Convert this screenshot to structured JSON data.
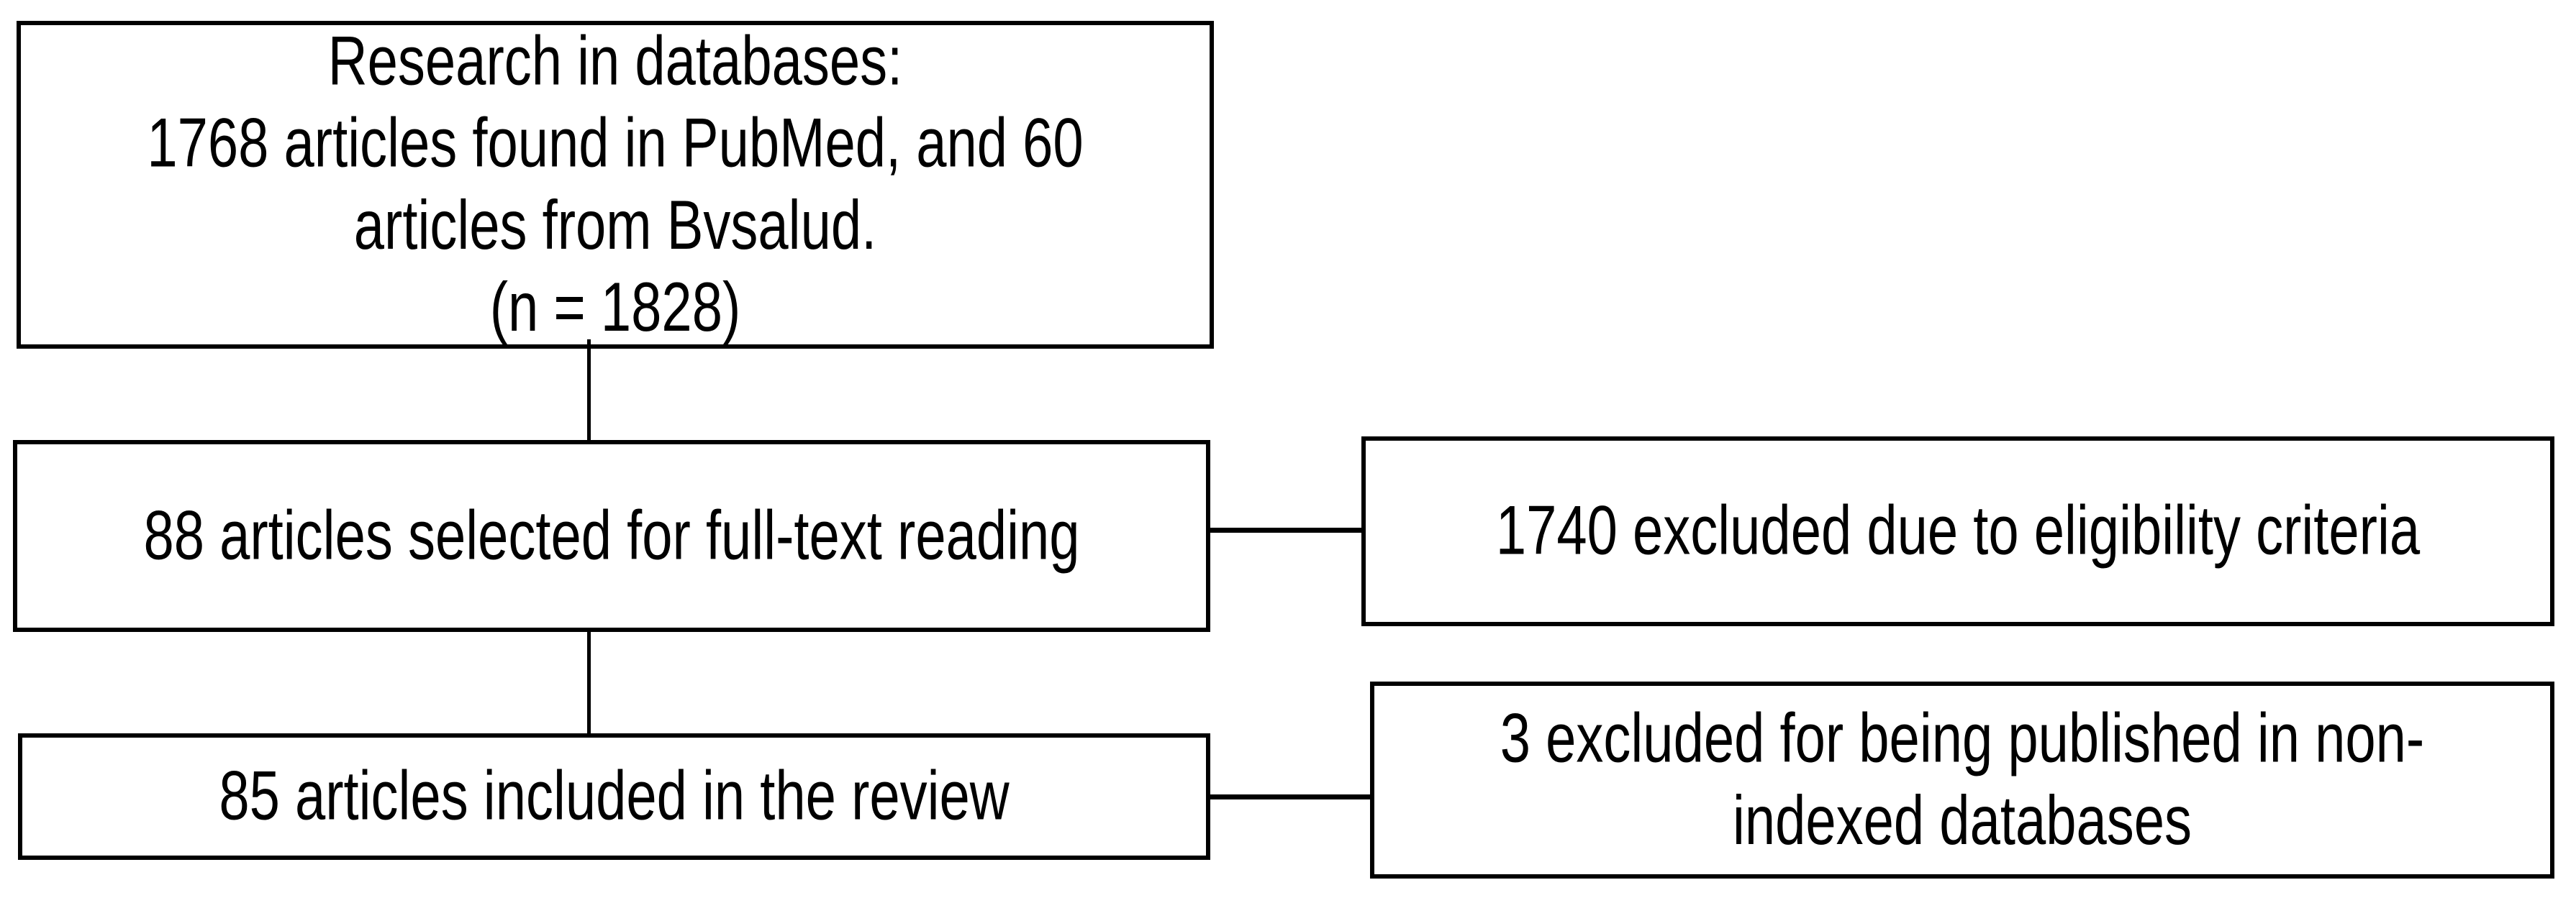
{
  "diagram": {
    "kind": "article-selection-flowchart",
    "colors": {
      "border": "#000000",
      "text": "#000000",
      "background": "#ffffff"
    },
    "boxes": [
      {
        "id": "database-search",
        "lines": [
          "Research in databases:",
          "1768 articles found in PubMed, and 60",
          "articles from Bvsalud.",
          "(n = 1828)"
        ]
      },
      {
        "id": "fulltext-selected",
        "lines": [
          "88 articles selected for full-text reading"
        ]
      },
      {
        "id": "excluded-eligibility",
        "lines": [
          "1740 excluded due to eligibility criteria"
        ]
      },
      {
        "id": "included-review",
        "lines": [
          "85 articles included in the review"
        ]
      },
      {
        "id": "excluded-nonindexed",
        "lines": [
          "3 excluded for being published in non-",
          "indexed databases"
        ]
      }
    ]
  }
}
